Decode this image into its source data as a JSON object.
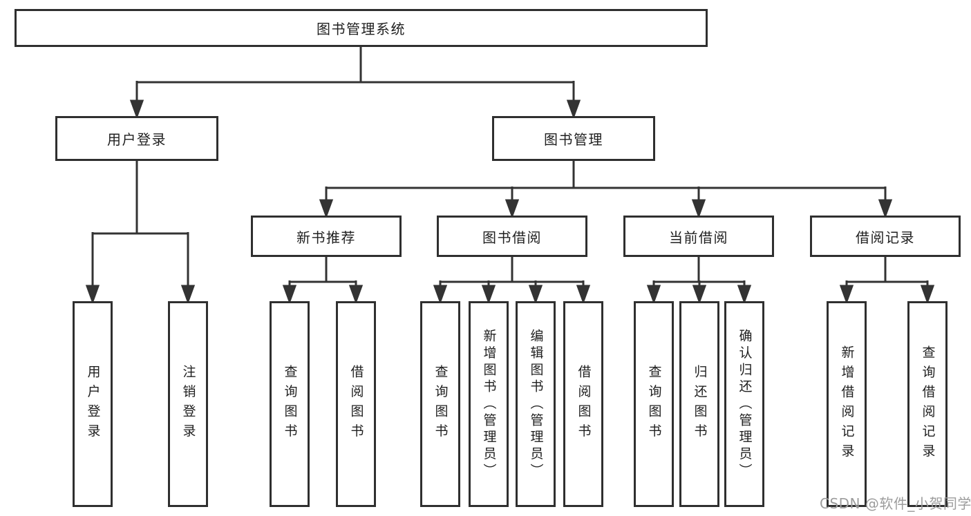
{
  "diagram": {
    "root": {
      "label": "图书管理系统"
    },
    "level2": [
      {
        "label": "用户登录"
      },
      {
        "label": "图书管理"
      }
    ],
    "level3": [
      {
        "label": "新书推荐"
      },
      {
        "label": "图书借阅"
      },
      {
        "label": "当前借阅"
      },
      {
        "label": "借阅记录"
      }
    ],
    "leaves": {
      "user_login": [
        {
          "label": "用户登录"
        },
        {
          "label": "注销登录"
        }
      ],
      "new_book": [
        {
          "label": "查询图书"
        },
        {
          "label": "借阅图书"
        }
      ],
      "book_borrow": [
        {
          "label": "查询图书"
        },
        {
          "label": "新增图书（管理员）"
        },
        {
          "label": "编辑图书（管理员）"
        },
        {
          "label": "借阅图书"
        }
      ],
      "current_borrow": [
        {
          "label": "查询图书"
        },
        {
          "label": "归还图书"
        },
        {
          "label": "确认归还（管理员）"
        }
      ],
      "borrow_record": [
        {
          "label": "新增借阅记录"
        },
        {
          "label": "查询借阅记录"
        }
      ]
    }
  },
  "watermark": {
    "text": "CSDN @软件_小贺同学"
  },
  "colors": {
    "line": "#333333",
    "box_border": "#2f2f2f",
    "text": "#1f1f1f",
    "background": "#ffffff",
    "watermark": "#9c9c9c"
  }
}
